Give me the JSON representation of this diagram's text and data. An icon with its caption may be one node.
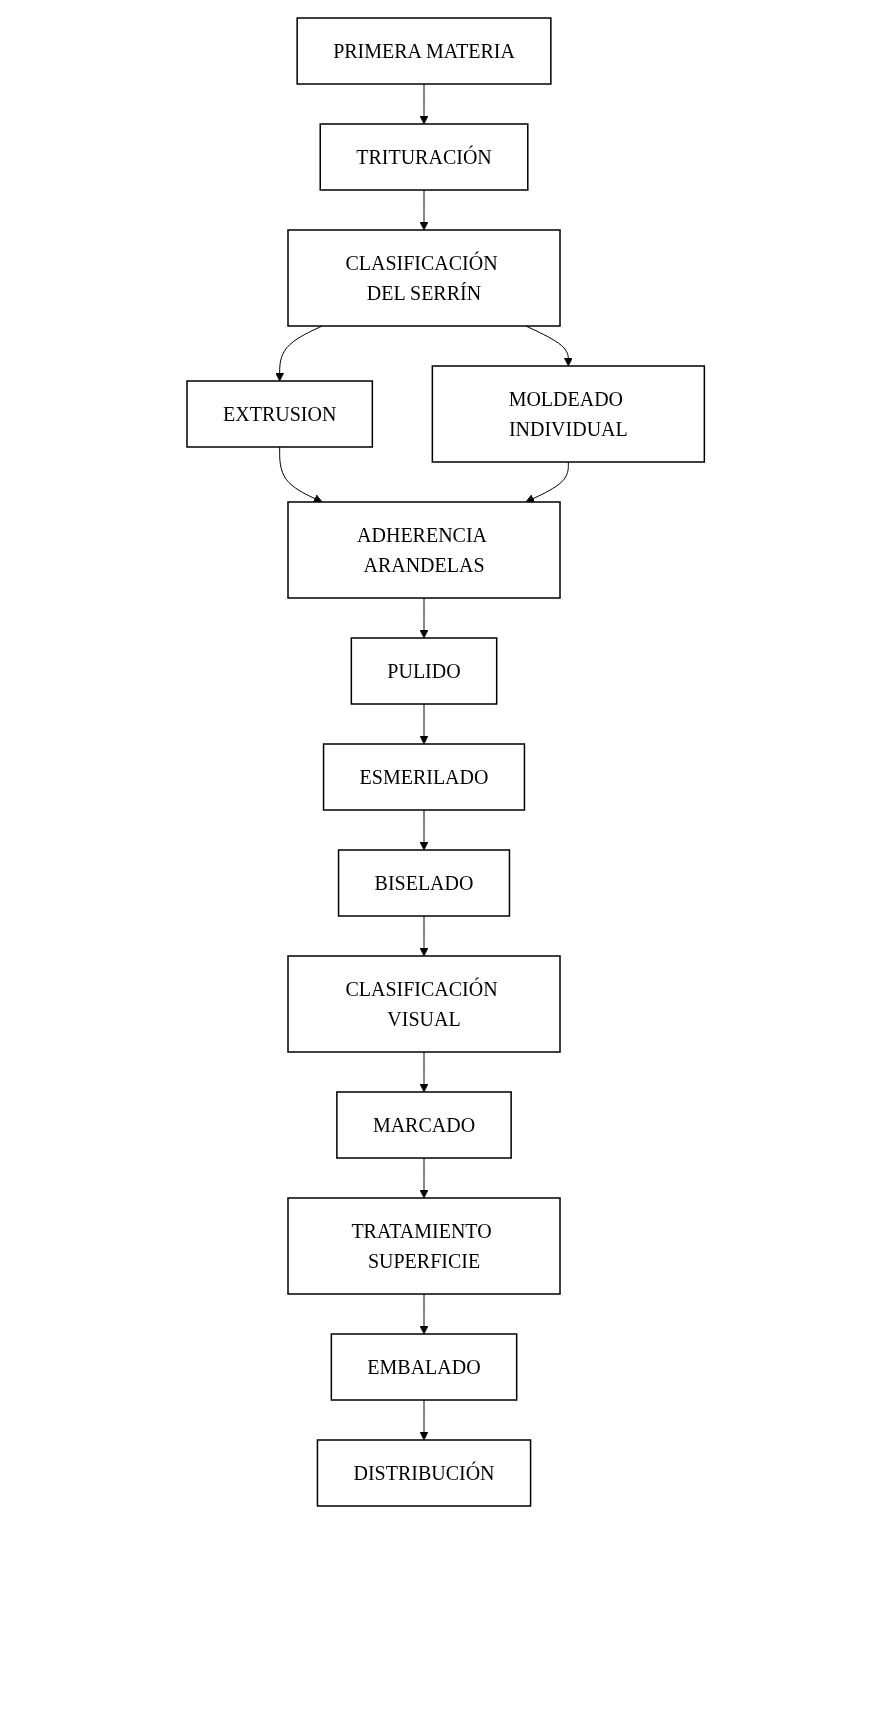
{
  "diagram": {
    "nodes": [
      {
        "text": [
          "PRIMERA MATERIA"
        ]
      },
      {
        "text": [
          "TRITURACIÓN"
        ]
      },
      {
        "text": [
          "CLASIFICACIÓN DEL SERRÍN"
        ]
      },
      {
        "text": [
          "EXTRUSION"
        ]
      },
      {
        "text": [
          "MOLDEADO INDIVIDUAL"
        ]
      },
      {
        "text": [
          "ADHERENCIA ARANDELAS"
        ]
      },
      {
        "text": [
          "PULIDO"
        ]
      },
      {
        "text": [
          "ESMERILADO"
        ]
      },
      {
        "text": [
          "BISELADO"
        ]
      },
      {
        "text": [
          "CLASIFICACIÓN VISUAL"
        ]
      },
      {
        "text": [
          "MARCADO"
        ]
      },
      {
        "text": [
          "TRATAMIENTO SUPERFICIE"
        ]
      },
      {
        "text": [
          "EMBALADO"
        ]
      },
      {
        "text": [
          "DISTRIBUCIÓN"
        ]
      }
    ],
    "edges": [
      {
        "from": 0,
        "to": 1,
        "arrow": "to"
      },
      {
        "from": 1,
        "to": 2,
        "arrow": "to"
      },
      {
        "from": 2,
        "to": 3,
        "arrow": "to"
      },
      {
        "from": 2,
        "to": 4,
        "arrow": "to"
      },
      {
        "from": 3,
        "to": 5,
        "arrow": "to"
      },
      {
        "from": 4,
        "to": 5,
        "arrow": "to"
      },
      {
        "from": 5,
        "to": 6,
        "arrow": "to"
      },
      {
        "from": 6,
        "to": 7,
        "arrow": "to"
      },
      {
        "from": 7,
        "to": 8,
        "arrow": "to"
      },
      {
        "from": 8,
        "to": 9,
        "arrow": "to"
      },
      {
        "from": 9,
        "to": 10,
        "arrow": "to"
      },
      {
        "from": 10,
        "to": 11,
        "arrow": "to"
      },
      {
        "from": 11,
        "to": 12,
        "arrow": "to"
      },
      {
        "from": 12,
        "to": 13,
        "arrow": "to"
      }
    ]
  }
}
